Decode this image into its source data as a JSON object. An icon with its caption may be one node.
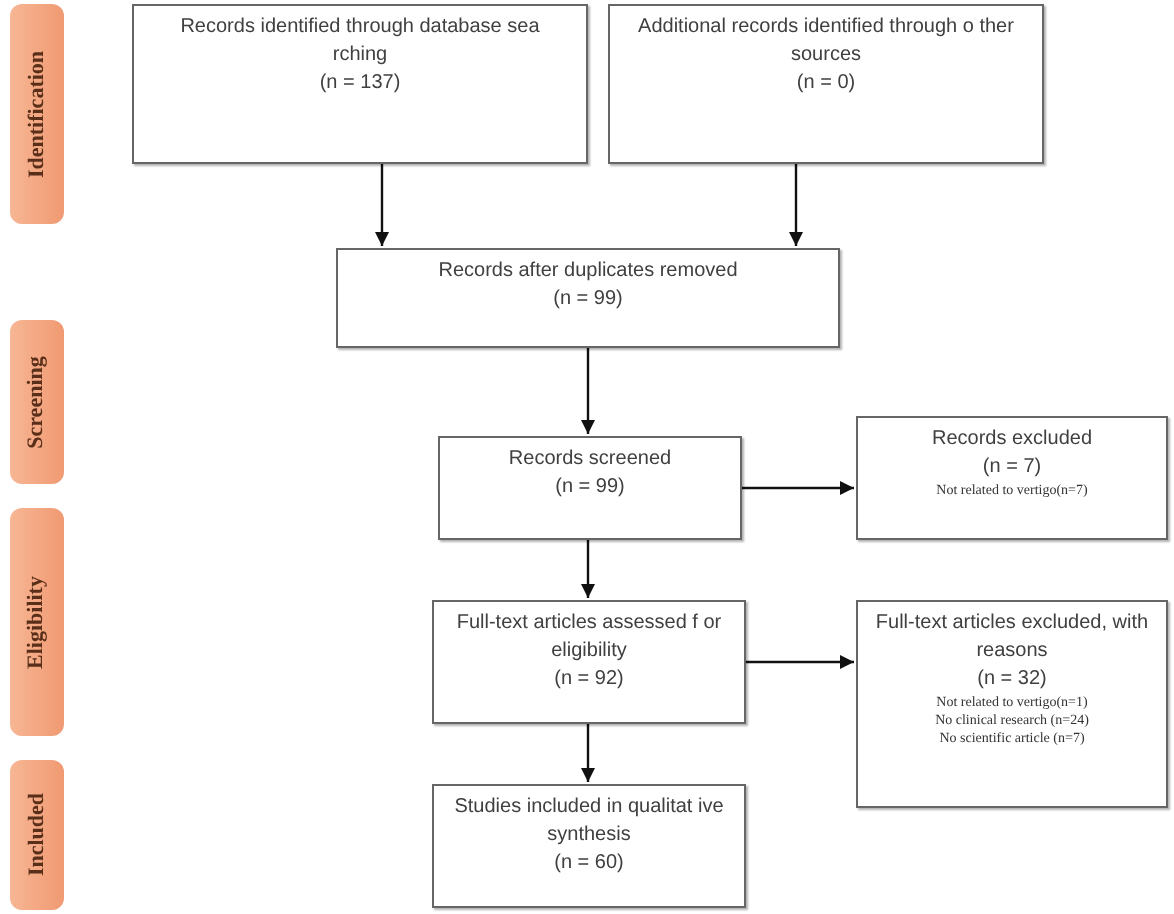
{
  "diagram": {
    "nodes": [
      {
        "text": [
          "Identification"
        ]
      },
      {
        "text": [
          "Screening"
        ]
      },
      {
        "text": [
          "Eligibility"
        ]
      },
      {
        "text": [
          "Included"
        ]
      },
      {
        "text": [
          "Records identified through database sea rching",
          "(n = 137)"
        ]
      },
      {
        "text": [
          "Additional records identified through o ther sources",
          "(n = 0)"
        ]
      },
      {
        "text": [
          "Records after duplicates removed",
          "(n = 99)"
        ]
      },
      {
        "text": [
          "Records screened",
          "(n = 99)"
        ]
      },
      {
        "text": [
          "Records excluded",
          "(n = 7)",
          "Not related to vertigo(n=7)"
        ]
      },
      {
        "text": [
          "Full-text articles assessed f or eligibility",
          "(n = 92)"
        ]
      },
      {
        "text": [
          "Full-text articles excluded, with reasons",
          "(n =  32)",
          "Not related to vertigo(n=1)",
          "No clinical research (n=24)",
          "No scientific article (n=7)"
        ]
      },
      {
        "text": [
          "Studies included in qualitat ive synthesis",
          "(n = 60)"
        ]
      }
    ],
    "edges": [
      {
        "from": 4,
        "to": 6,
        "arrow": "to"
      },
      {
        "from": 5,
        "to": 6,
        "arrow": "to"
      },
      {
        "from": 6,
        "to": 7,
        "arrow": "to"
      },
      {
        "from": 7,
        "to": 8,
        "arrow": "to"
      },
      {
        "from": 7,
        "to": 9,
        "arrow": "to"
      },
      {
        "from": 9,
        "to": 10,
        "arrow": "to"
      },
      {
        "from": 9,
        "to": 11,
        "arrow": "to"
      }
    ]
  }
}
